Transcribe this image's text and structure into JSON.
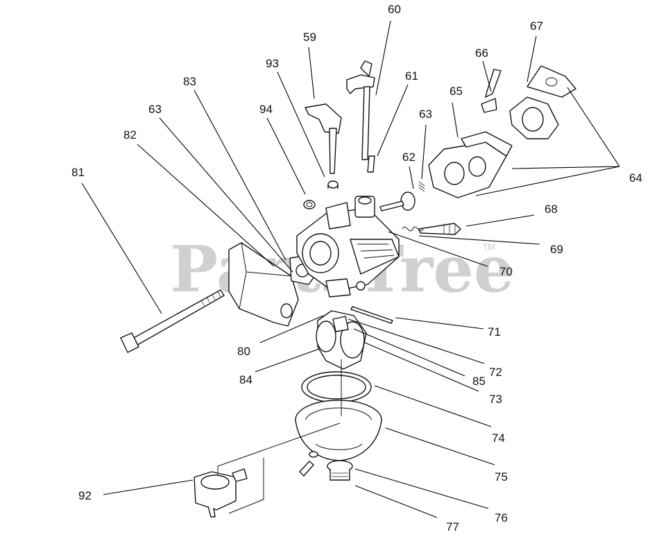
{
  "watermark": {
    "text": "PartsTree",
    "trademark": "TM"
  },
  "parts": [
    {
      "id": "p60",
      "label": "60"
    },
    {
      "id": "p59",
      "label": "59"
    },
    {
      "id": "p67",
      "label": "67"
    },
    {
      "id": "p66",
      "label": "66"
    },
    {
      "id": "p93",
      "label": "93"
    },
    {
      "id": "p61",
      "label": "61"
    },
    {
      "id": "p83",
      "label": "83"
    },
    {
      "id": "p65",
      "label": "65"
    },
    {
      "id": "p63a",
      "label": "63"
    },
    {
      "id": "p94",
      "label": "94"
    },
    {
      "id": "p63b",
      "label": "63"
    },
    {
      "id": "p82",
      "label": "82"
    },
    {
      "id": "p62",
      "label": "62"
    },
    {
      "id": "p81",
      "label": "81"
    },
    {
      "id": "p64",
      "label": "64"
    },
    {
      "id": "p68",
      "label": "68"
    },
    {
      "id": "p69",
      "label": "69"
    },
    {
      "id": "p70",
      "label": "70"
    },
    {
      "id": "p71",
      "label": "71"
    },
    {
      "id": "p80",
      "label": "80"
    },
    {
      "id": "p72",
      "label": "72"
    },
    {
      "id": "p84",
      "label": "84"
    },
    {
      "id": "p85",
      "label": "85"
    },
    {
      "id": "p73",
      "label": "73"
    },
    {
      "id": "p74",
      "label": "74"
    },
    {
      "id": "p75",
      "label": "75"
    },
    {
      "id": "p92",
      "label": "92"
    },
    {
      "id": "p76",
      "label": "76"
    },
    {
      "id": "p77",
      "label": "77"
    }
  ]
}
